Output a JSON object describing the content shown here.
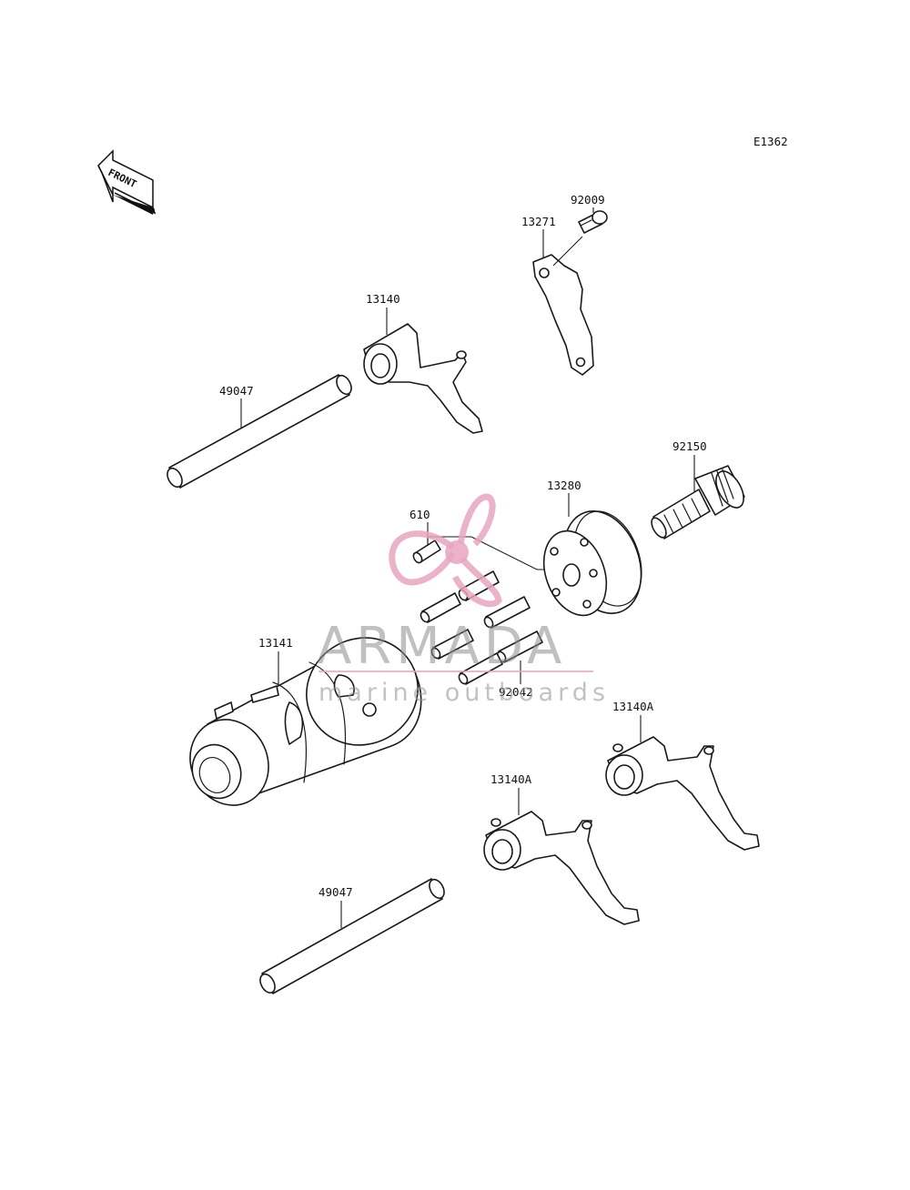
{
  "diagram_code": "E1362",
  "front_arrow": {
    "text": "FRONT",
    "icon": "front-arrow-icon"
  },
  "labels": {
    "p92009": "92009",
    "p13271": "13271",
    "p13140": "13140",
    "p49047_top": "49047",
    "p92150": "92150",
    "p13280": "13280",
    "p610": "610",
    "p13141": "13141",
    "p92042": "92042",
    "p13140A_right": "13140A",
    "p13140A_mid": "13140A",
    "p49047_bottom": "49047"
  },
  "watermark": {
    "brand": "ARMADA",
    "tagline": "marine outboards",
    "icon": "propeller-logo-icon",
    "accent_color": "#e8a6bf"
  }
}
